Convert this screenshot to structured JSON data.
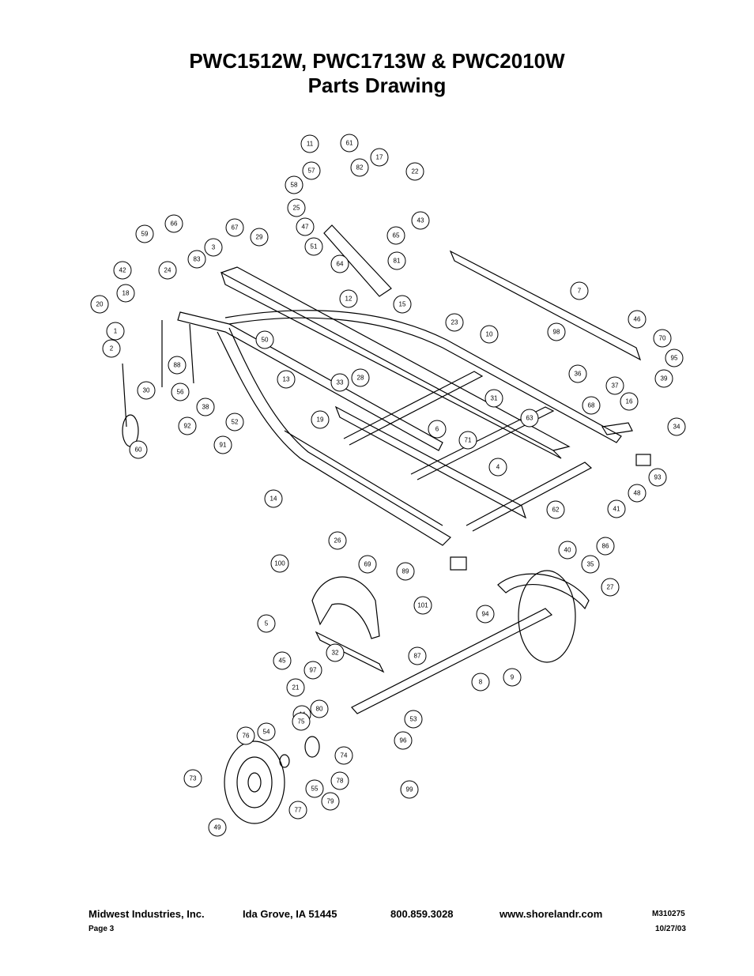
{
  "header": {
    "title_line1": "PWC1512W, PWC1713W & PWC2010W",
    "title_line2": "Parts Drawing"
  },
  "callouts": [
    "11",
    "61",
    "17",
    "57",
    "82",
    "58",
    "22",
    "25",
    "43",
    "47",
    "65",
    "67",
    "66",
    "59",
    "29",
    "3",
    "51",
    "64",
    "81",
    "83",
    "42",
    "24",
    "12",
    "15",
    "7",
    "18",
    "20",
    "23",
    "10",
    "98",
    "46",
    "1",
    "50",
    "70",
    "2",
    "88",
    "95",
    "36",
    "37",
    "39",
    "30",
    "56",
    "13",
    "28",
    "33",
    "31",
    "16",
    "63",
    "38",
    "92",
    "52",
    "19",
    "68",
    "6",
    "71",
    "34",
    "60",
    "91",
    "4",
    "93",
    "48",
    "14",
    "62",
    "41",
    "86",
    "40",
    "26",
    "35",
    "100",
    "69",
    "89",
    "94",
    "27",
    "101",
    "5",
    "87",
    "45",
    "32",
    "97",
    "8",
    "9",
    "21",
    "80",
    "53",
    "44",
    "75",
    "76",
    "54",
    "96",
    "74",
    "73",
    "78",
    "99",
    "55",
    "79",
    "77",
    "49"
  ],
  "footer": {
    "company": "Midwest Industries, Inc.",
    "city": "Ida Grove, IA  51445",
    "phone": "800.859.3028",
    "website": "www.shorelandr.com",
    "doc_number": "M310275",
    "page": "Page 3",
    "date": "10/27/03"
  }
}
